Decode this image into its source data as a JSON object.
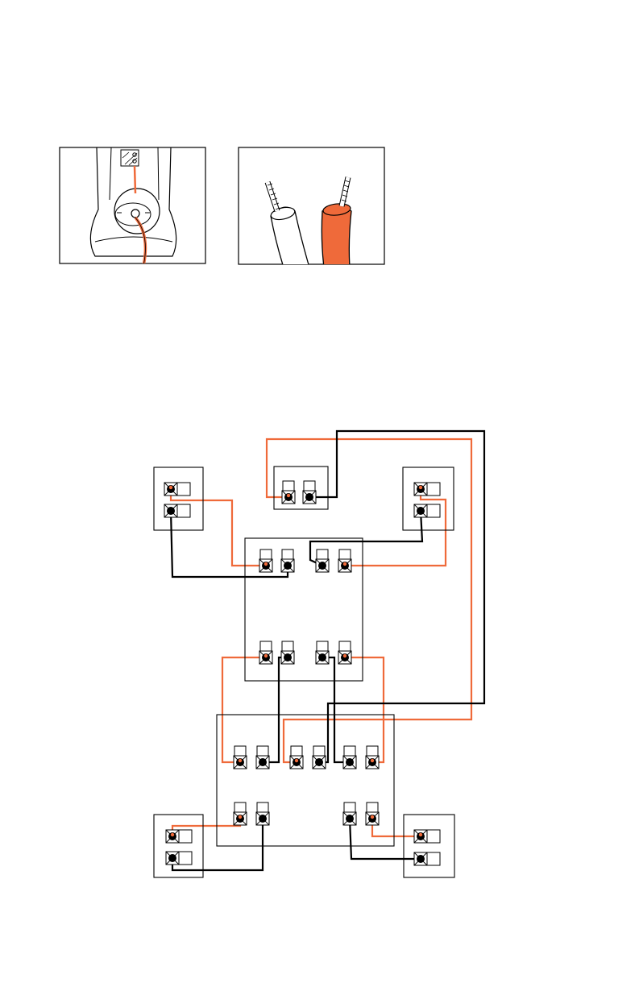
{
  "colors": {
    "positive_wire": "#ef6a3a",
    "negative_wire": "#000000",
    "outline": "#000000",
    "terminal_fill": "#ffffff",
    "page_background": "#ffffff"
  },
  "figure_1": {
    "panels": [
      {
        "id": "terminal-closeup",
        "shows": "speaker-terminal-with-wire-icon"
      },
      {
        "id": "wire-pair",
        "shows": "stripped-speaker-wire-pair-icon"
      }
    ]
  },
  "figure_2": {
    "units": [
      {
        "id": "front-left-speaker",
        "terminals": 2
      },
      {
        "id": "center-speaker",
        "terminals": 2
      },
      {
        "id": "front-right-speaker",
        "terminals": 2
      },
      {
        "id": "junction-box",
        "terminals": 8
      },
      {
        "id": "receiver",
        "terminals": 10
      },
      {
        "id": "rear-left-speaker",
        "terminals": 2
      },
      {
        "id": "rear-right-speaker",
        "terminals": 2
      }
    ]
  }
}
